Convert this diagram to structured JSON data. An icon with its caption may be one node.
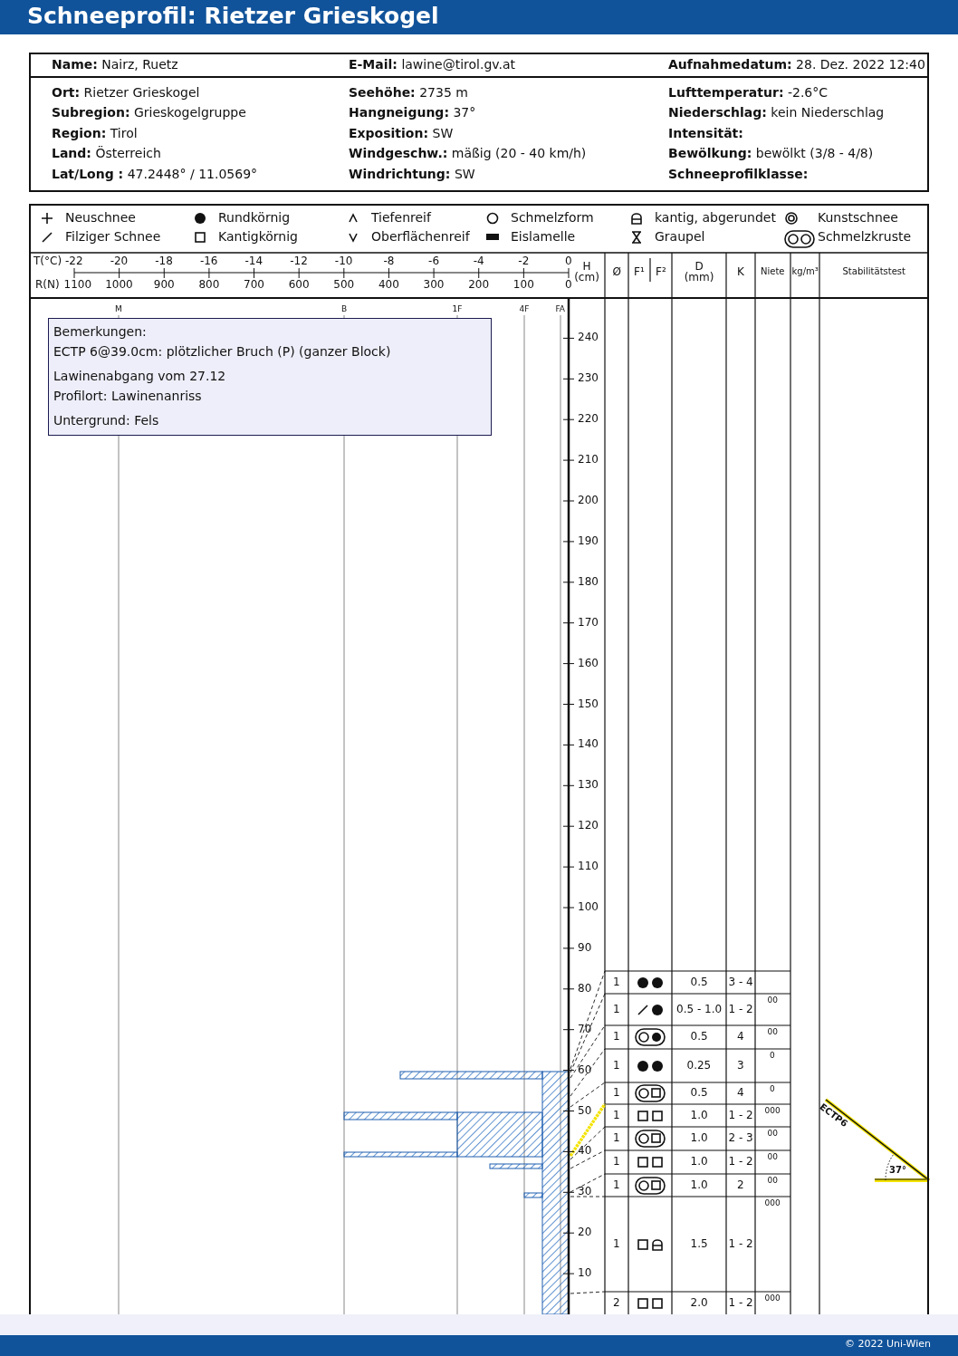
{
  "diagram": {
    "title": "Schneeprofil: Rietzer Grieskogel",
    "nodes": [
      {
        "text": [
          "Bemerkungen:",
          "ECTP 6@39.0cm: plötzlicher Bruch (P) (ganzer Block)",
          "Lawinenabgang vom 27.12",
          "Profilort: Lawinenanriss",
          "Untergrund: Fels"
        ]
      }
    ],
    "edges": [],
    "labels": [
      "**Name:** Nairz, Ruetz",
      "**E-Mail:** lawine@tirol.gv.at",
      "**Aufnahmedatum:** 28. Dez. 2022 12:40",
      "**Ort:** Rietzer Grieskogel",
      "**Seehöhe:** 2735 m",
      "**Lufttemperatur:** -2.6°C",
      "**Subregion:** Grieskogelgruppe",
      "**Hangneigung:** 37°",
      "**Niederschlag:** kein Niederschlag",
      "**Region:** Tirol",
      "**Exposition:** SW",
      "**Intensität:**",
      "**Land:** Österreich",
      "**Windgeschw.:** mäßig (20 - 40 km/h)",
      "**Bewölkung:** bewölkt (3/8 - 4/8)",
      "**Lat/Long :** 47.2448° / 11.0569°",
      "**Windrichtung:** SW",
      "**Schneeprofilklasse:**",
      "T(°C)",
      "-22",
      "-20",
      "-18",
      "-16",
      "-14",
      "-12",
      "-10",
      "-8",
      "-6",
      "-4",
      "-2",
      "0",
      "H (cm)",
      "Ø",
      "F¹",
      "F²",
      "D (mm)",
      "K",
      "Niete",
      "kg/m³",
      "Stabilitätstest",
      "R(N)",
      "1100",
      "1000",
      "900",
      "800",
      "700",
      "600",
      "500",
      "400",
      "300",
      "200",
      "100",
      "0",
      "M",
      "B",
      "1F",
      "4F",
      "FA",
      "240",
      "230",
      "220",
      "210",
      "200",
      "190",
      "180",
      "170",
      "160",
      "150",
      "140",
      "130",
      "120",
      "110",
      "100",
      "90",
      "80",
      "70",
      "60",
      "50",
      "40",
      "30",
      "20",
      "10",
      "1",
      "0.5",
      "3 - 4",
      "1",
      "0.5 - 1.0",
      "1 - 2",
      "00",
      "1",
      "0.5",
      "4",
      "00",
      "1",
      "0.25",
      "3",
      "0",
      "1",
      "0.5",
      "4",
      "0",
      "1",
      "1.0",
      "1 - 2",
      "000",
      "1",
      "1.0",
      "2 - 3",
      "00",
      "1",
      "1.0",
      "1 - 2",
      "00",
      "1",
      "1.0",
      "2",
      "00",
      "1",
      "1.5",
      "1 - 2",
      "000",
      "2",
      "2.0",
      "1 - 2",
      "000",
      "ECTP6",
      "37°",
      "© 2022 Uni-Wien"
    ],
    "legend": [
      {
        "text": "Neuschnee"
      },
      {
        "text": "Rundkörnig"
      },
      {
        "text": "Tiefenreif"
      },
      {
        "text": "Schmelzform"
      },
      {
        "text": "kantig, abgerundet"
      },
      {
        "text": "Kunstschnee"
      },
      {
        "text": "Filziger Schnee"
      },
      {
        "text": "Kantigkörnig"
      },
      {
        "text": "Oberflächenreif"
      },
      {
        "text": "Eislamelle"
      },
      {
        "text": "Graupel"
      },
      {
        "text": "Schmelzkruste"
      }
    ]
  }
}
